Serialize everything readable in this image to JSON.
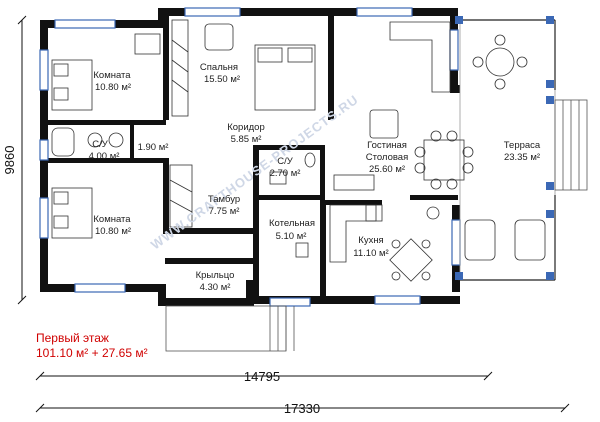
{
  "caption": {
    "line1": "Первый этаж",
    "line2": "101.10 м² + 27.65 м²",
    "color": "#d00000"
  },
  "watermark": "WWW.CRAFTHOUSE-PROJECTS.RU",
  "dimensions": {
    "height": "9860",
    "width_inner": "14795",
    "width_total": "17330"
  },
  "rooms": {
    "bedroom": {
      "name": "Спальня",
      "area": "15.50 м²"
    },
    "room_top": {
      "name": "Комната",
      "area": "10.80 м²"
    },
    "room_bottom": {
      "name": "Комната",
      "area": "10.80 м²"
    },
    "bathroom_left": {
      "name": "С/У",
      "area": "4.00 м²"
    },
    "closet": {
      "area": "1.90 м²"
    },
    "corridor": {
      "name": "Коридор",
      "area": "5.85 м²"
    },
    "wc": {
      "name": "С/У",
      "area": "2.70 м²"
    },
    "living": {
      "name1": "Гостиная",
      "name2": "Столовая",
      "area": "25.60 м²"
    },
    "terrace": {
      "name": "Терраса",
      "area": "23.35 м²"
    },
    "vestibule": {
      "name": "Тамбур",
      "area": "7.75 м²"
    },
    "boiler": {
      "name": "Котельная",
      "area": "5.10 м²"
    },
    "kitchen": {
      "name": "Кухня",
      "area": "11.10 м²"
    },
    "porch": {
      "name": "Крыльцо",
      "area": "4.30 м²"
    }
  }
}
